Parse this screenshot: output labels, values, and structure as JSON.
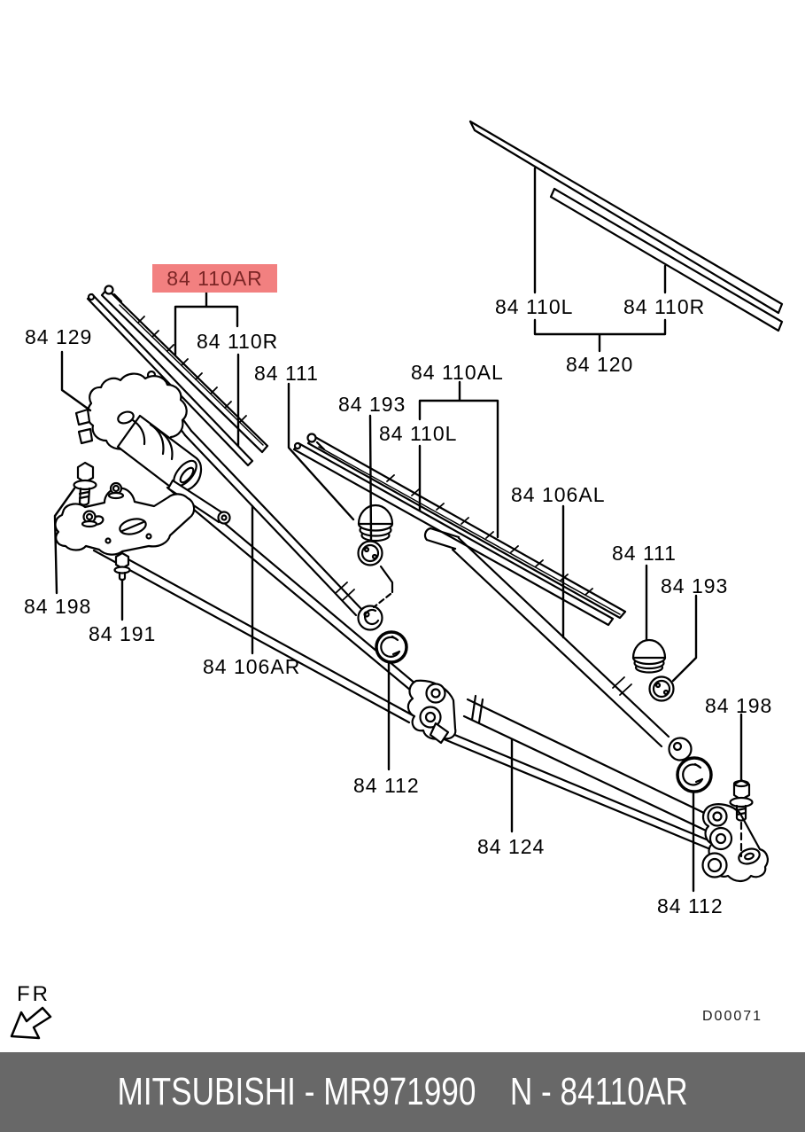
{
  "diagram": {
    "code": "D00071",
    "direction_label": "FR",
    "highlight": {
      "text": "84 110AR",
      "bg": "#f28080",
      "fg": "#7c2626"
    },
    "labels": {
      "p84129": "84 129",
      "p84110R_blade": "84 110R",
      "p84111_left": "84 111",
      "p84110AL": "84 110AL",
      "p84193_left": "84 193",
      "p84110L_blade": "84 110L",
      "p84110L_refill": "84 110L",
      "p84110R_refill": "84 110R",
      "p84120": "84 120",
      "p84106AL": "84 106AL",
      "p84111_right": "84 111",
      "p84193_right": "84 193",
      "p84198_left": "84 198",
      "p84191": "84 191",
      "p84106AR": "84 106AR",
      "p84112_center": "84 112",
      "p84124": "84 124",
      "p84198_right": "84 198",
      "p84112_right": "84 112"
    }
  },
  "footer": {
    "brand_part": "MITSUBISHI - MR971990",
    "ref": "N - 84110AR",
    "bg": "#686868",
    "fg": "#ffffff"
  }
}
